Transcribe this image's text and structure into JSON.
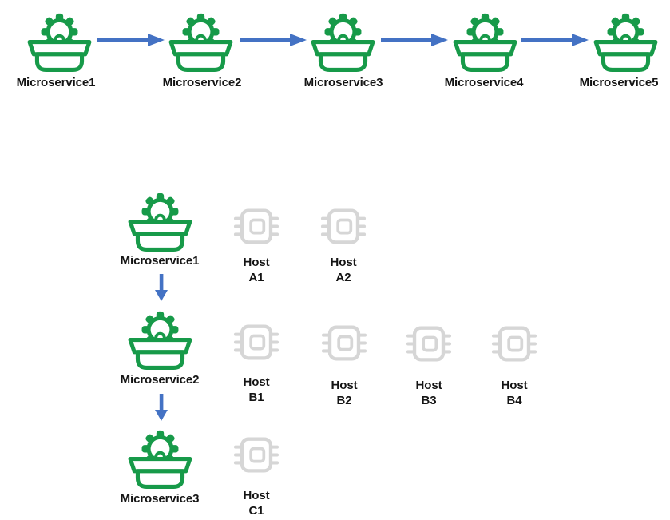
{
  "colors": {
    "microservice_green": "#179A49",
    "arrow_blue": "#4472C4",
    "host_gray": "#D6D6D6",
    "label_black": "#141414",
    "background": "#FFFFFF"
  },
  "icons": {
    "microservice": "gear-box-icon",
    "host": "cpu-chip-icon",
    "flow": "arrow-right-icon",
    "deploy": "arrow-down-icon"
  },
  "top_chain": {
    "nodes": [
      {
        "label": "Microservice1"
      },
      {
        "label": "Microservice2"
      },
      {
        "label": "Microservice3"
      },
      {
        "label": "Microservice4"
      },
      {
        "label": "Microservice5"
      }
    ]
  },
  "deployment": {
    "rows": [
      {
        "service": {
          "label": "Microservice1"
        },
        "hosts": [
          {
            "name": "Host",
            "id": "A1"
          },
          {
            "name": "Host",
            "id": "A2"
          }
        ]
      },
      {
        "service": {
          "label": "Microservice2"
        },
        "hosts": [
          {
            "name": "Host",
            "id": "B1"
          },
          {
            "name": "Host",
            "id": "B2"
          },
          {
            "name": "Host",
            "id": "B3"
          },
          {
            "name": "Host",
            "id": "B4"
          }
        ]
      },
      {
        "service": {
          "label": "Microservice3"
        },
        "hosts": [
          {
            "name": "Host",
            "id": "C1"
          }
        ]
      }
    ]
  }
}
